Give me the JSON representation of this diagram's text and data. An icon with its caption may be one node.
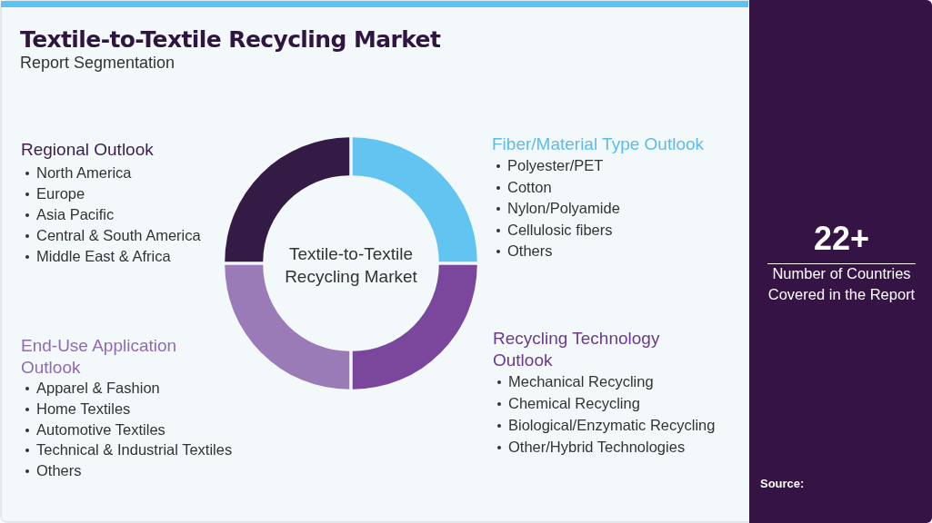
{
  "diagram": {
    "title": "Textile-to-Textile Recycling Market",
    "nodes": [
      {
        "text": [
          "22+",
          "Number of Countries Covered in the Report"
        ]
      }
    ],
    "labels": [
      "Report Segmentation",
      "Regional Outlook",
      "North America",
      "Europe",
      "Asia Pacific",
      "Central & South America",
      "Middle East & Africa",
      "Fiber/Material Type Outlook",
      "Polyester/PET",
      "Cotton",
      "Nylon/Polyamide",
      "Cellulosic fibers",
      "Others",
      "End-Use Application Outlook",
      "Apparel & Fashion",
      "Home Textiles",
      "Automotive Textiles",
      "Technical & Industrial Textiles",
      "Others",
      "Recycling Technology Outlook",
      "Mechanical Recycling",
      "Chemical Recycling",
      "Biological/Enzymatic Recycling",
      "Other/Hybrid Technologies",
      "Textile-to-Textile Recycling Market",
      "Source:"
    ]
  }
}
